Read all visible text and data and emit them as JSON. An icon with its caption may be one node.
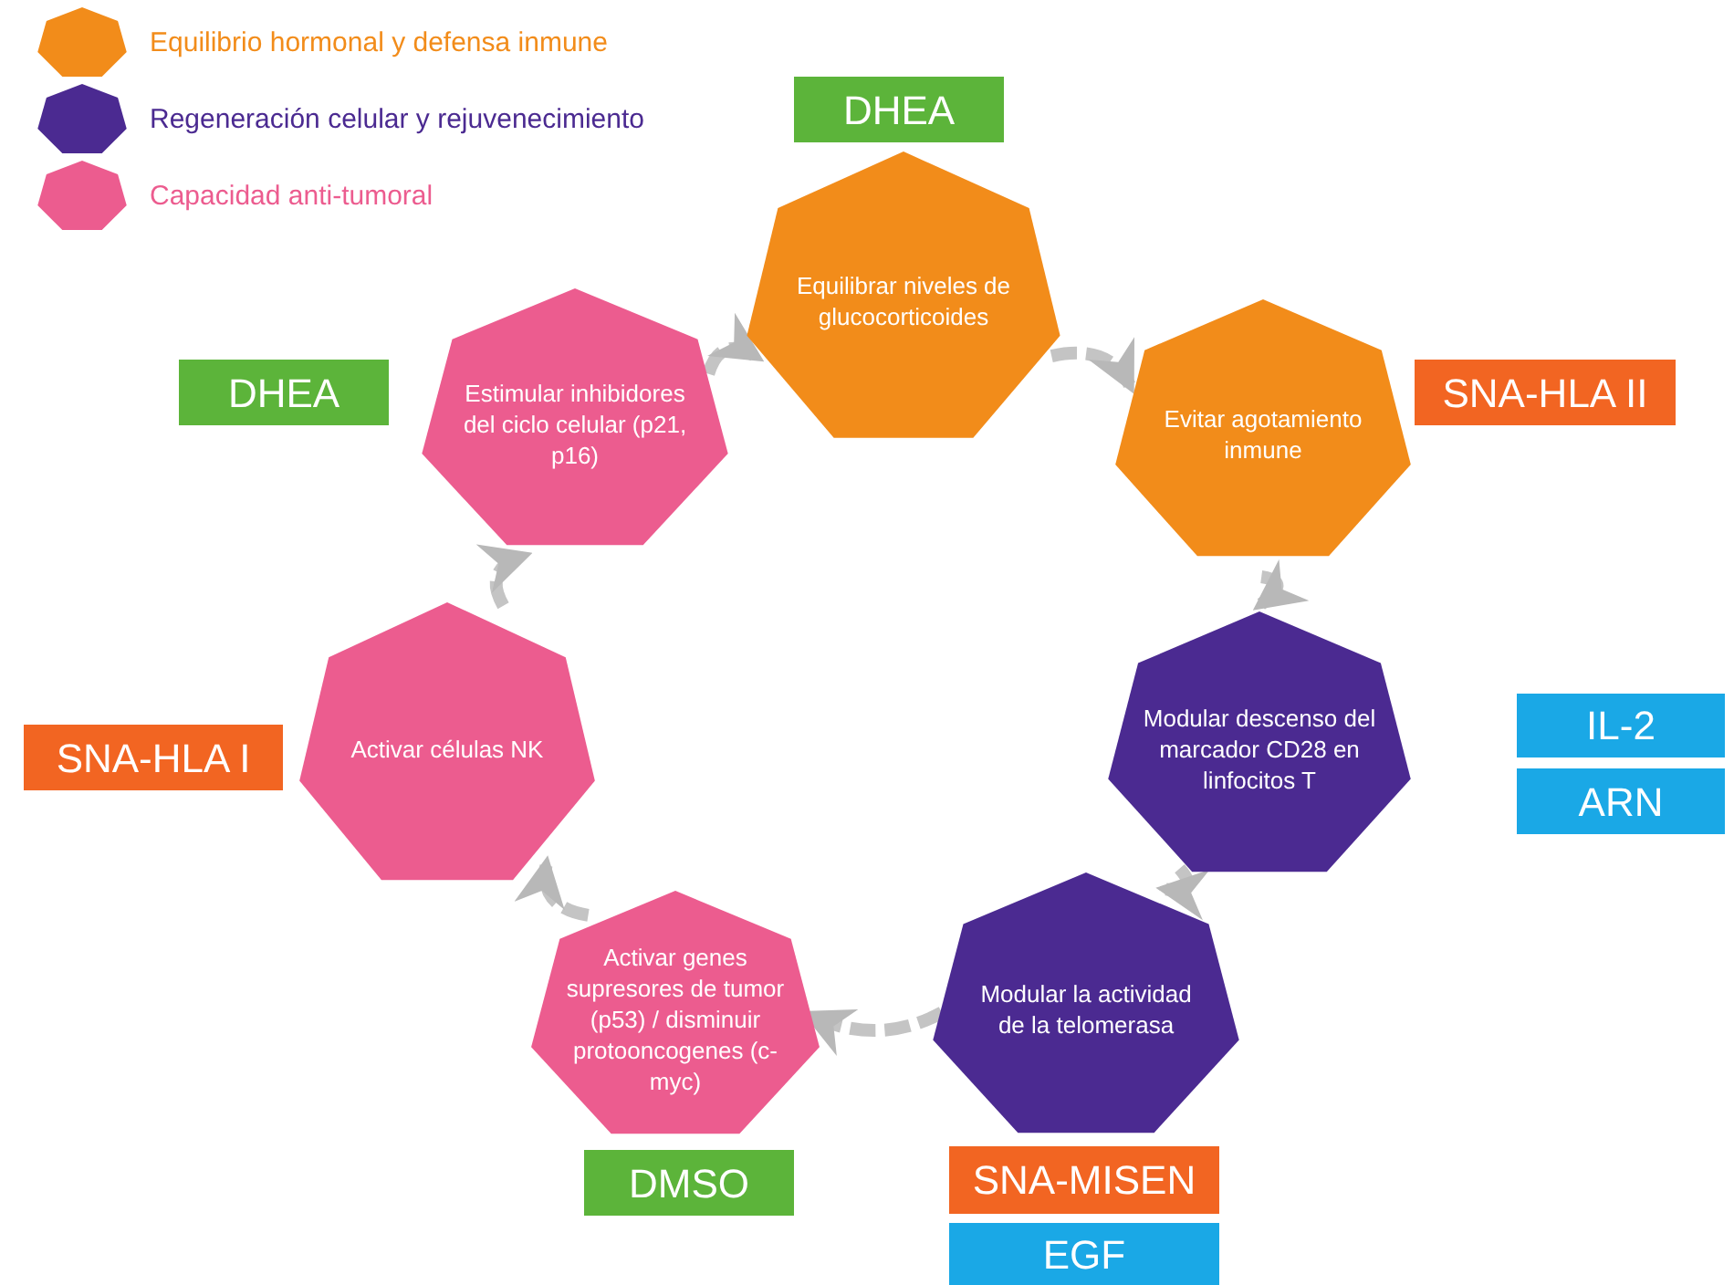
{
  "diagram": {
    "nodes": [
      {
        "text": [
          "Equilibrar niveles de glucocorticoides"
        ]
      },
      {
        "text": [
          "Evitar agotamiento inmune"
        ]
      },
      {
        "text": [
          "Modular descenso del marcador CD28 en linfocitos T"
        ]
      },
      {
        "text": [
          "Modular la actividad de la telomerasa"
        ]
      },
      {
        "text": [
          "Activar genes supresores de tumor (p53) / disminuir protooncogenes (c-myc)"
        ]
      },
      {
        "text": [
          "Activar células NK"
        ]
      },
      {
        "text": [
          "Estimular inhibidores del ciclo celular (p21, p16)"
        ]
      },
      {
        "text": [
          "DHEA"
        ]
      },
      {
        "text": [
          "SNA-HLA II"
        ]
      },
      {
        "text": [
          "IL-2"
        ]
      },
      {
        "text": [
          "ARN"
        ]
      },
      {
        "text": [
          "SNA-MISEN"
        ]
      },
      {
        "text": [
          "EGF"
        ]
      },
      {
        "text": [
          "DMSO"
        ]
      },
      {
        "text": [
          "SNA-HLA I"
        ]
      },
      {
        "text": [
          "DHEA"
        ]
      }
    ],
    "edges": [
      {
        "from": 0,
        "to": 1,
        "arrow": "to"
      },
      {
        "from": 1,
        "to": 2,
        "arrow": "to"
      },
      {
        "from": 2,
        "to": 3,
        "arrow": "to"
      },
      {
        "from": 3,
        "to": 4,
        "arrow": "to"
      },
      {
        "from": 4,
        "to": 5,
        "arrow": "to"
      },
      {
        "from": 5,
        "to": 6,
        "arrow": "to"
      },
      {
        "from": 6,
        "to": 0,
        "arrow": "to"
      }
    ],
    "legend": [
      {
        "text": "Equilibrio hormonal y defensa inmune",
        "color": "#f28c1a"
      },
      {
        "text": "Regeneración celular y rejuvenecimiento",
        "color": "#4b2a91"
      },
      {
        "text": "Capacidad anti-tumoral",
        "color": "#ec5c8f"
      }
    ]
  }
}
